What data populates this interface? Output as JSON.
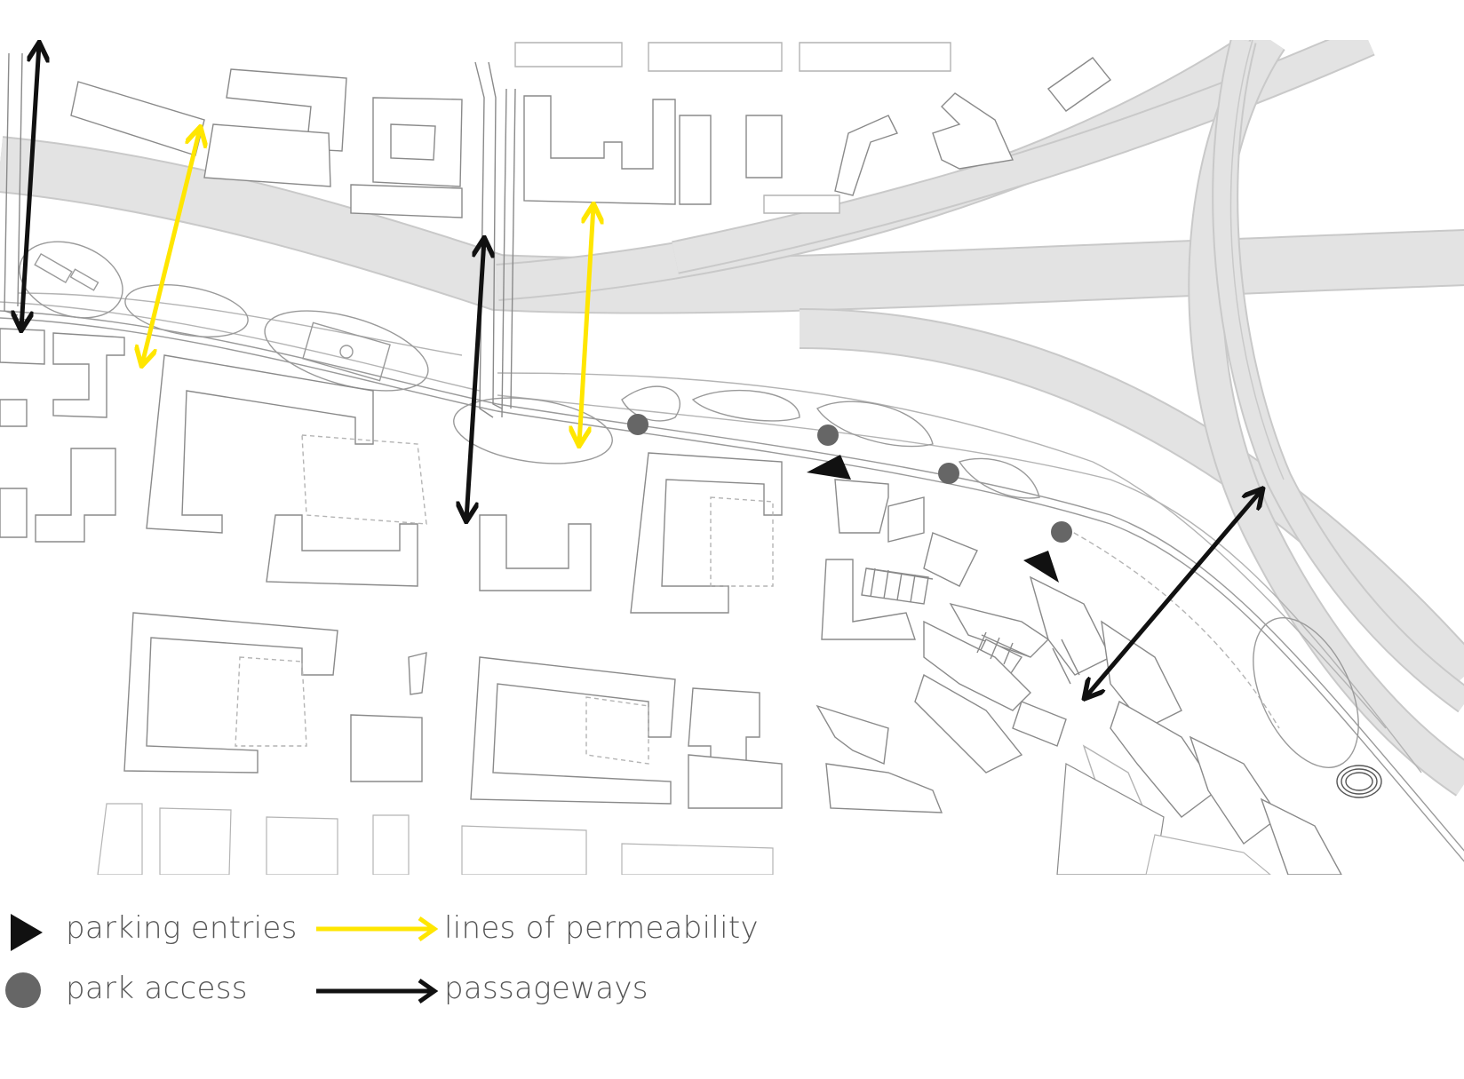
{
  "map": {
    "colors": {
      "road_fill": "#e3e3e3",
      "road_edge": "#c9c9c9",
      "building_stroke": "#8a8a8a",
      "building_stroke_light": "#b4b4b4",
      "permeability": "#ffe600",
      "passageway": "#111111",
      "park_access": "#666666",
      "parking_entry": "#111111"
    }
  },
  "legend": {
    "parking_entries": {
      "label": "parking entries",
      "icon": "triangle-marker-icon"
    },
    "park_access": {
      "label": "park access",
      "icon": "circle-marker-icon"
    },
    "lines_of_permeability": {
      "label": "lines of permeability",
      "icon": "yellow-arrow-icon"
    },
    "passageways": {
      "label": "passageways",
      "icon": "black-arrow-icon"
    }
  }
}
